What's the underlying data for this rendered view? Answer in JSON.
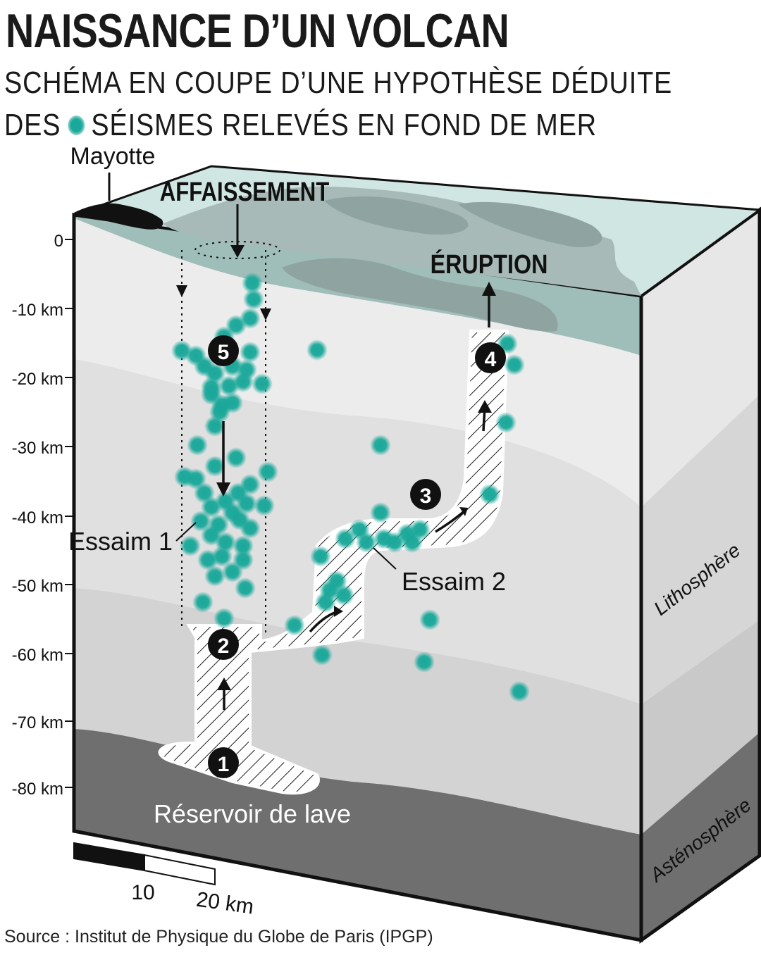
{
  "title": "NAISSANCE D’UN VOLCAN",
  "subtitle_line1": "SCHÉMA EN COUPE D’UNE HYPOTHÈSE DÉDUITE",
  "subtitle_line2_start": "DES",
  "subtitle_line2_end": "SÉISMES RELEVÉS EN FOND DE MER",
  "labels": {
    "mayotte": "Mayotte",
    "affaissement": "AFFAISSEMENT",
    "eruption": "ÉRUPTION",
    "essaim1": "Essaim 1",
    "essaim2": "Essaim 2",
    "reservoir": "Réservoir de lave",
    "lithosphere": "Lithosphère",
    "asthenosphere": "Asténosphère"
  },
  "depth_axis": {
    "ticks": [
      "0",
      "-10 km",
      "-20 km",
      "-30 km",
      "-40 km",
      "-50 km",
      "-60 km",
      "-70 km",
      "-80 km"
    ]
  },
  "scale_bar": {
    "label_10": "10",
    "label_20": "20 km"
  },
  "steps": [
    "1",
    "2",
    "3",
    "4",
    "5"
  ],
  "colors": {
    "seisme": "#1aa89a",
    "sea": "#cfe6e3",
    "sea_floor": "#9fb3b0",
    "lithosphere_upper": "#ececec",
    "lithosphere_lower": "#dadada",
    "asthenosphere": "#6f6f6f"
  },
  "source": "Source : Institut de Physique du Globe de Paris (IPGP)"
}
